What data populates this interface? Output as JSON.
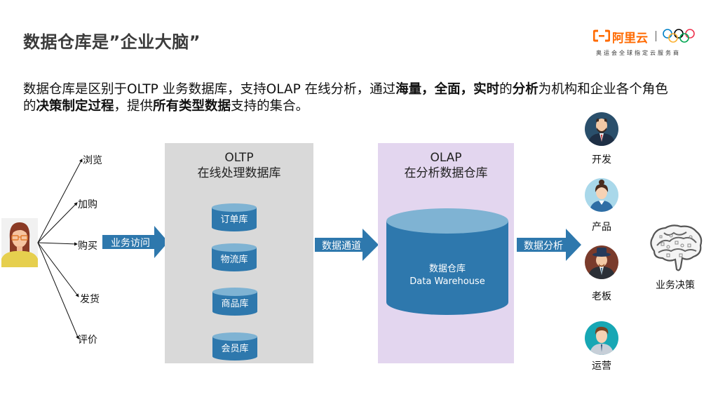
{
  "header": {
    "title": "数据仓库是”企业大脑”",
    "logo": {
      "brand_text": "阿里云",
      "subtitle": "奥运会全球指定云服务商",
      "brand_color": "#ff6a00"
    }
  },
  "description": {
    "segments": [
      {
        "text": "数据仓库是区别于OLTP 业务数据库，支持OLAP 在线分析，通过",
        "bold": false
      },
      {
        "text": "海量，全面，实时",
        "bold": true
      },
      {
        "text": "的",
        "bold": false
      },
      {
        "text": "分析",
        "bold": true
      },
      {
        "text": "为机构和企业各个角色的",
        "bold": false
      },
      {
        "text": "决策制定过程",
        "bold": true
      },
      {
        "text": "，提供",
        "bold": false
      },
      {
        "text": "所有类型数据",
        "bold": true
      },
      {
        "text": "支持的集合。",
        "bold": false
      }
    ]
  },
  "user_actions": [
    "浏览",
    "加购",
    "购买",
    "发货",
    "评价"
  ],
  "arrows": {
    "business_access": "业务访问",
    "data_channel": "数据通道",
    "data_analysis": "数据分析"
  },
  "oltp": {
    "title_line1": "OLTP",
    "title_line2": "在线处理数据库",
    "databases": [
      "订单库",
      "物流库",
      "商品库",
      "会员库"
    ]
  },
  "olap": {
    "title_line1": "OLAP",
    "title_line2": "在分析数据仓库",
    "warehouse_cn": "数据仓库",
    "warehouse_en": "Data Warehouse"
  },
  "roles": [
    "开发",
    "产品",
    "老板",
    "运营"
  ],
  "decision": {
    "label": "业务决策"
  },
  "colors": {
    "accent_blue": "#2e78ad",
    "cylinder_top": "#7fb3d3",
    "oltp_bg": "#d9d9d9",
    "olap_bg": "#e3d6ef"
  }
}
